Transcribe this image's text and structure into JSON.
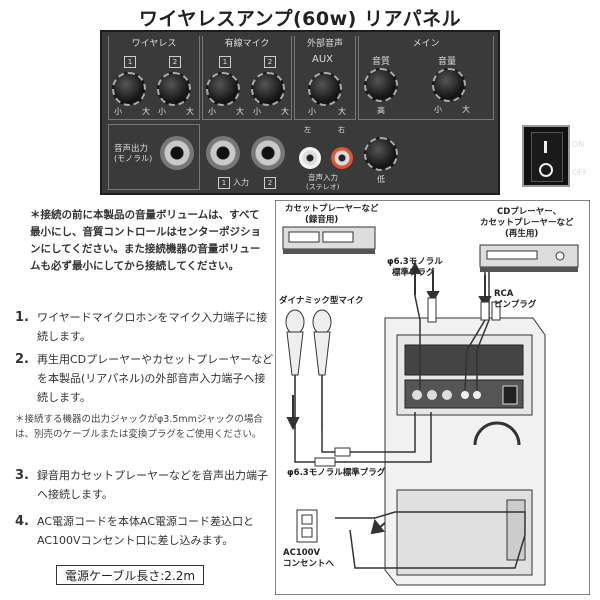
{
  "title": "ワイヤレスアンプ(60w) リアパネル",
  "panel": {
    "sections": {
      "wireless": "ワイヤレス",
      "wired_mic": "有線マイク",
      "external": "外部音声",
      "main": "メイン"
    },
    "num1": "1",
    "num2": "2",
    "aux": "AUX",
    "tone": "音質",
    "volume": "音量",
    "small": "小",
    "large": "大",
    "high": "高",
    "low": "低",
    "output_label_line1": "音声出力",
    "output_label_line2": "(モノラル)",
    "input": "入力",
    "left": "左",
    "right": "右",
    "stereo_in_line1": "音声入力",
    "stereo_in_line2": "(ステレオ)",
    "on": "ON",
    "off": "OFF"
  },
  "note": "＊接続の前に本製品の音量ボリュームは、すべて最小にし、音質コントロールはセンターポジションにしてください。また接続機器の音量ボリュームも必ず最小にしてから接続してください。",
  "steps": [
    {
      "num": "1.",
      "text": "ワイヤードマイクロホンをマイク入力端子に接続します。"
    },
    {
      "num": "2.",
      "text": "再生用CDプレーヤーやカセットプレーヤーなどを本製品(リアパネル)の外部音声入力端子へ接続します。"
    },
    {
      "num": "3.",
      "text": "録音用カセットプレーヤーなどを音声出力端子へ接続します。"
    },
    {
      "num": "4.",
      "text": "AC電源コードを本体AC電源コード差込口とAC100Vコンセント口に差し込みます。"
    }
  ],
  "subnote": "＊接続する機器の出力ジャックがφ3.5mmジャックの場合は、別売のケーブルまたは変換プラグをご使用ください。",
  "cable_length": "電源ケーブル長さ:2.2m",
  "diagram": {
    "cassette_line1": "カセットプレーヤーなど",
    "cassette_line2": "(録音用)",
    "cd_line1": "CDプレーヤー、",
    "cd_line2": "カセットプレーヤーなど",
    "cd_line3": "(再生用)",
    "mono_plug_line1": "φ6.3モノラル",
    "mono_plug_line2": "標準プラグ",
    "rca_line1": "RCA",
    "rca_line2": "ピンプラグ",
    "dynamic_mic": "ダイナミック型マイク",
    "mono_plug_bottom": "φ6.3モノラル標準プラグ",
    "ac_line1": "AC100V",
    "ac_line2": "コンセントへ"
  }
}
